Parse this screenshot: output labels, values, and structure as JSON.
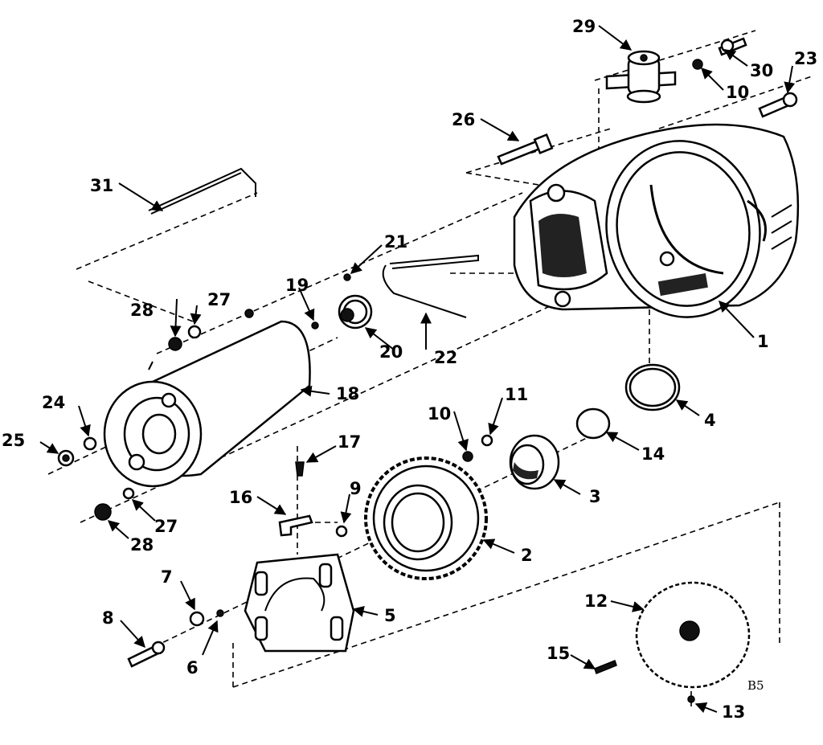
{
  "diagram": {
    "part_labels": {
      "p1": "1",
      "p2": "2",
      "p3": "3",
      "p4": "4",
      "p5": "5",
      "p6": "6",
      "p7": "7",
      "p8": "8",
      "p9": "9",
      "p10a": "10",
      "p10b": "10",
      "p11": "11",
      "p12": "12",
      "p13": "13",
      "p14": "14",
      "p15": "15",
      "p16": "16",
      "p17": "17",
      "p18": "18",
      "p19": "19",
      "p20": "20",
      "p21": "21",
      "p22": "22",
      "p23": "23",
      "p24": "24",
      "p25": "25",
      "p26": "26",
      "p27a": "27",
      "p27b": "27",
      "p28a": "28",
      "p28b": "28",
      "p29": "29",
      "p30": "30",
      "p31": "31"
    },
    "drawing_code": "B5"
  }
}
